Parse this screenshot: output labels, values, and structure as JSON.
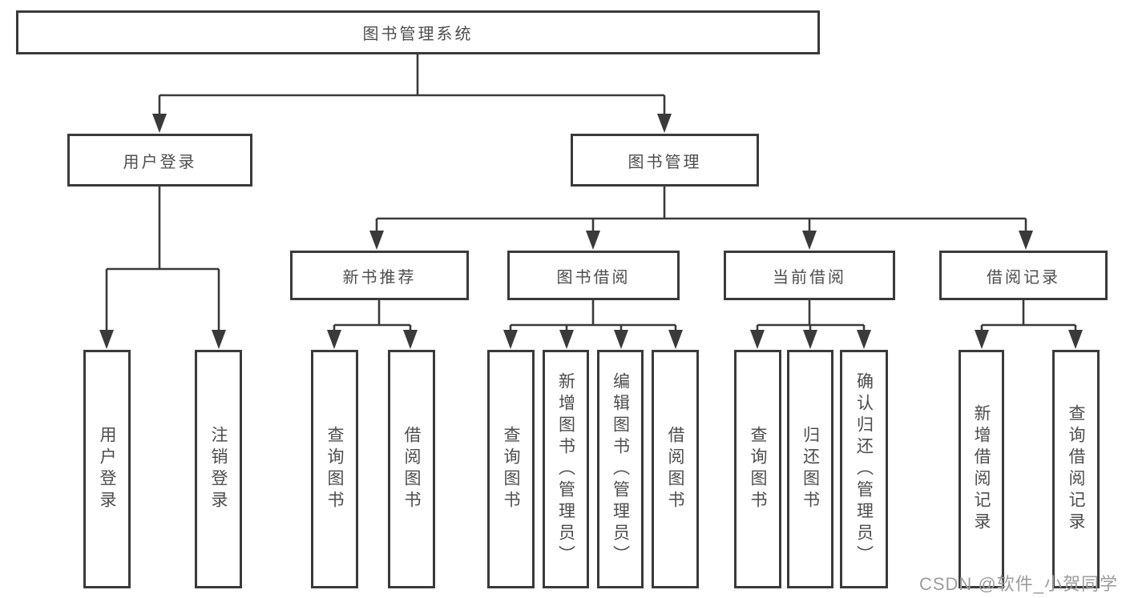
{
  "diagram": {
    "watermark": "CSDN @软件_小贺同学",
    "colors": {
      "line": "#3a3a3a",
      "text": "#4d4d4d",
      "watermark": "#9c9c9c",
      "background": "#ffffff",
      "box_background": "#ffffff"
    },
    "tree": {
      "root": {
        "label": "图书管理系统"
      },
      "children": [
        {
          "label": "用户登录",
          "children": [
            {
              "label": "用户登录"
            },
            {
              "label": "注销登录"
            }
          ]
        },
        {
          "label": "图书管理",
          "children": [
            {
              "label": "新书推荐",
              "children": [
                {
                  "label": "查询图书"
                },
                {
                  "label": "借阅图书"
                }
              ]
            },
            {
              "label": "图书借阅",
              "children": [
                {
                  "label": "查询图书"
                },
                {
                  "label": "新增图书（管理员）"
                },
                {
                  "label": "编辑图书（管理员）"
                },
                {
                  "label": "借阅图书"
                }
              ]
            },
            {
              "label": "当前借阅",
              "children": [
                {
                  "label": "查询图书"
                },
                {
                  "label": "归还图书"
                },
                {
                  "label": "确认归还（管理员）"
                }
              ]
            },
            {
              "label": "借阅记录",
              "children": [
                {
                  "label": "新增借阅记录"
                },
                {
                  "label": "查询借阅记录"
                }
              ]
            }
          ]
        }
      ]
    }
  }
}
